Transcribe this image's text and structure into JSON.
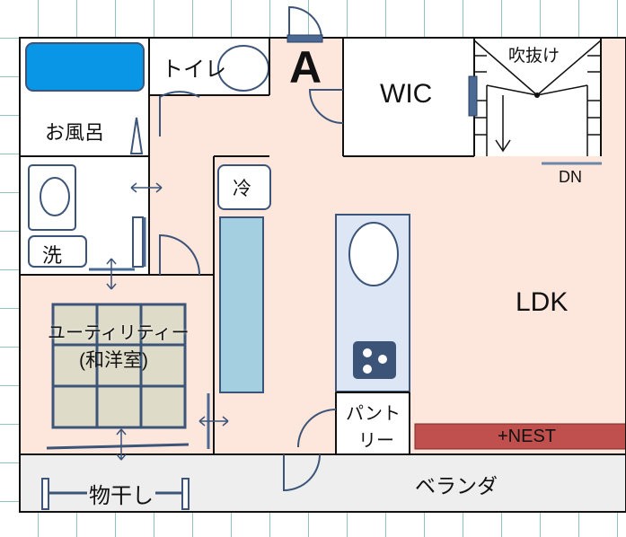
{
  "labels": {
    "bath": "お風呂",
    "toilet": "トイレ",
    "marker": "A",
    "wic": "WIC",
    "fukinuke": "吹抜け",
    "dn": "DN",
    "fridge": "冷",
    "washer": "洗",
    "ldk": "LDK",
    "utility_line1": "ユーティリティー",
    "utility_line2": "(和洋室)",
    "pantry_line1": "パント",
    "pantry_line2": "リー",
    "nest": "+NEST",
    "monohoshi": "物干し",
    "veranda": "ベランダ"
  },
  "colors": {
    "grid": "#8fc4c4",
    "floor_warm": "#fde6dc",
    "floor_white": "#ffffff",
    "veranda": "#eeeeee",
    "wall": "#111111",
    "fixture_stroke": "#3c5478",
    "bathtub": "#0a96e6",
    "kitchen_counter": "#dce6f5",
    "fridge_counter": "#a3cfe0",
    "tatami": "#dedbc8",
    "nest_bar": "#c0504d",
    "door_marker": "#4a6a94"
  }
}
